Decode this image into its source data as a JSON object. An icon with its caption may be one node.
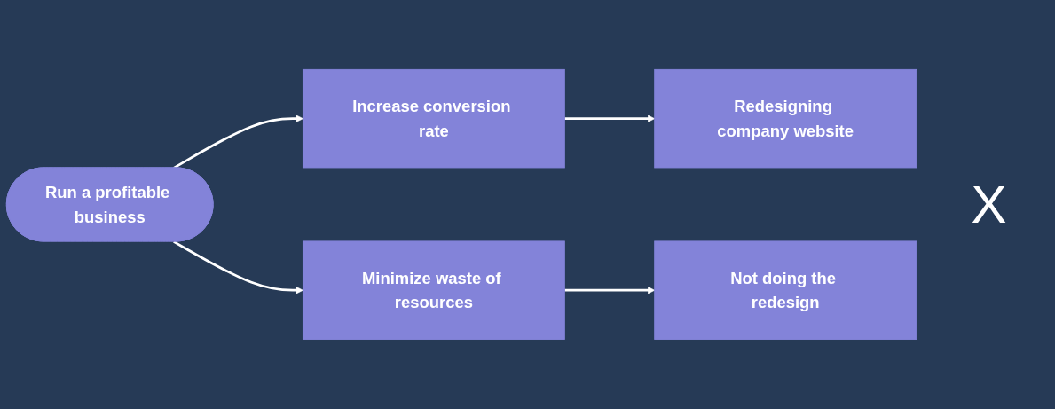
{
  "diagram": {
    "nodes": [
      {
        "text": [
          "Run a profitable business"
        ]
      },
      {
        "text": [
          "Increase conversion rate"
        ]
      },
      {
        "text": [
          "Redesigning company website"
        ]
      },
      {
        "text": [
          "Minimize waste of resources"
        ]
      },
      {
        "text": [
          "Not doing the redesign"
        ]
      }
    ],
    "edges": [
      {
        "from": 0,
        "to": 1,
        "arrow": "to"
      },
      {
        "from": 1,
        "to": 2,
        "arrow": "to"
      },
      {
        "from": 0,
        "to": 3,
        "arrow": "to"
      },
      {
        "from": 3,
        "to": 4,
        "arrow": "to"
      }
    ],
    "labels": [
      "X"
    ]
  }
}
